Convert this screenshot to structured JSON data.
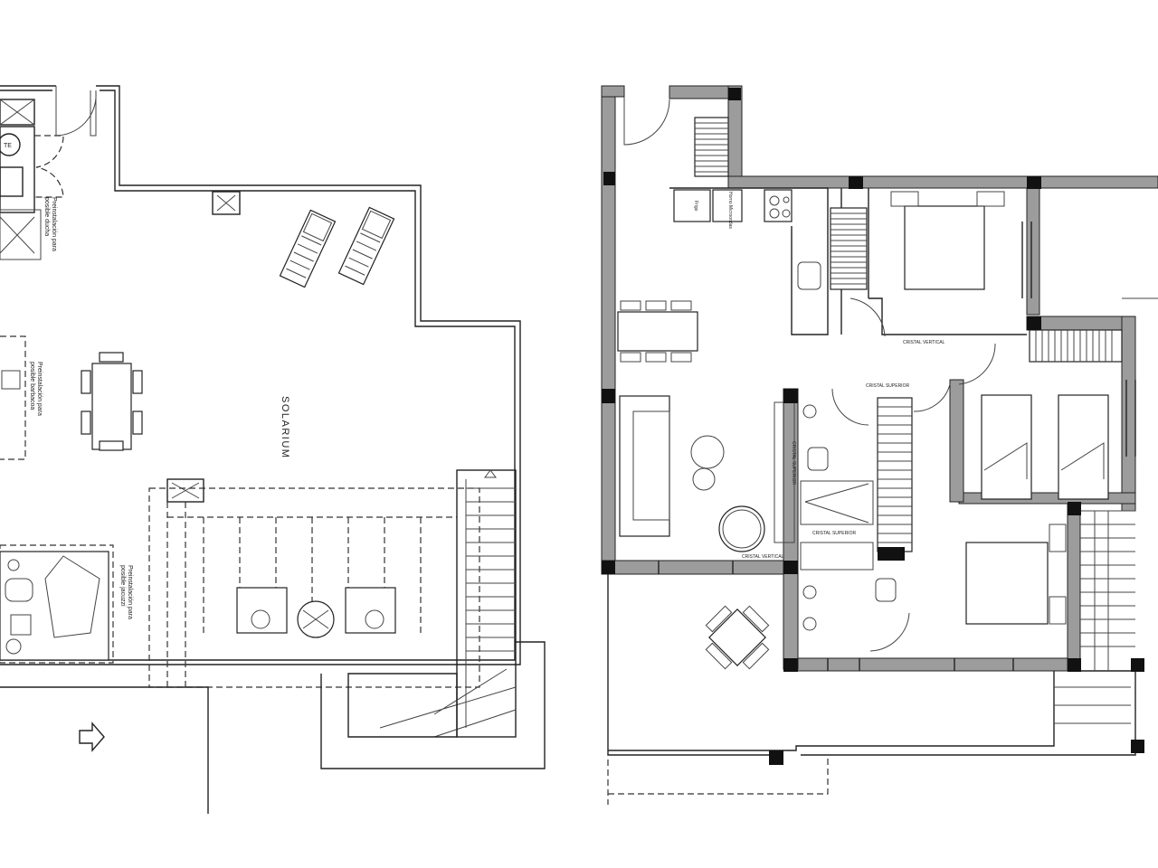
{
  "left_plan": {
    "room_label": "SOLARIUM",
    "notes": {
      "shower": [
        "Preinstalación para",
        "posible ducha"
      ],
      "barbecue": [
        "Preinstalación para",
        "posible barbacoa"
      ],
      "jacuzzi": [
        "Preinstalación para",
        "posible jacuzzi"
      ]
    },
    "water_heater_label": "TE"
  },
  "right_plan": {
    "kitchen": {
      "fridge": "Frigo",
      "oven": "Horno Microondas"
    },
    "glass_labels": {
      "vertical_1": "CRISTAL VERTICAL",
      "vertical_2": "CRISTAL VERTICAL",
      "superior_1": "CRISTAL SUPERIOR",
      "superior_2": "CRISTAL SUPERIOR",
      "superior_3": "CRISTAL SUPERIOR"
    }
  },
  "colors": {
    "wall_fill": "#9c9c9c",
    "column": "#111111",
    "line": "#222222"
  }
}
